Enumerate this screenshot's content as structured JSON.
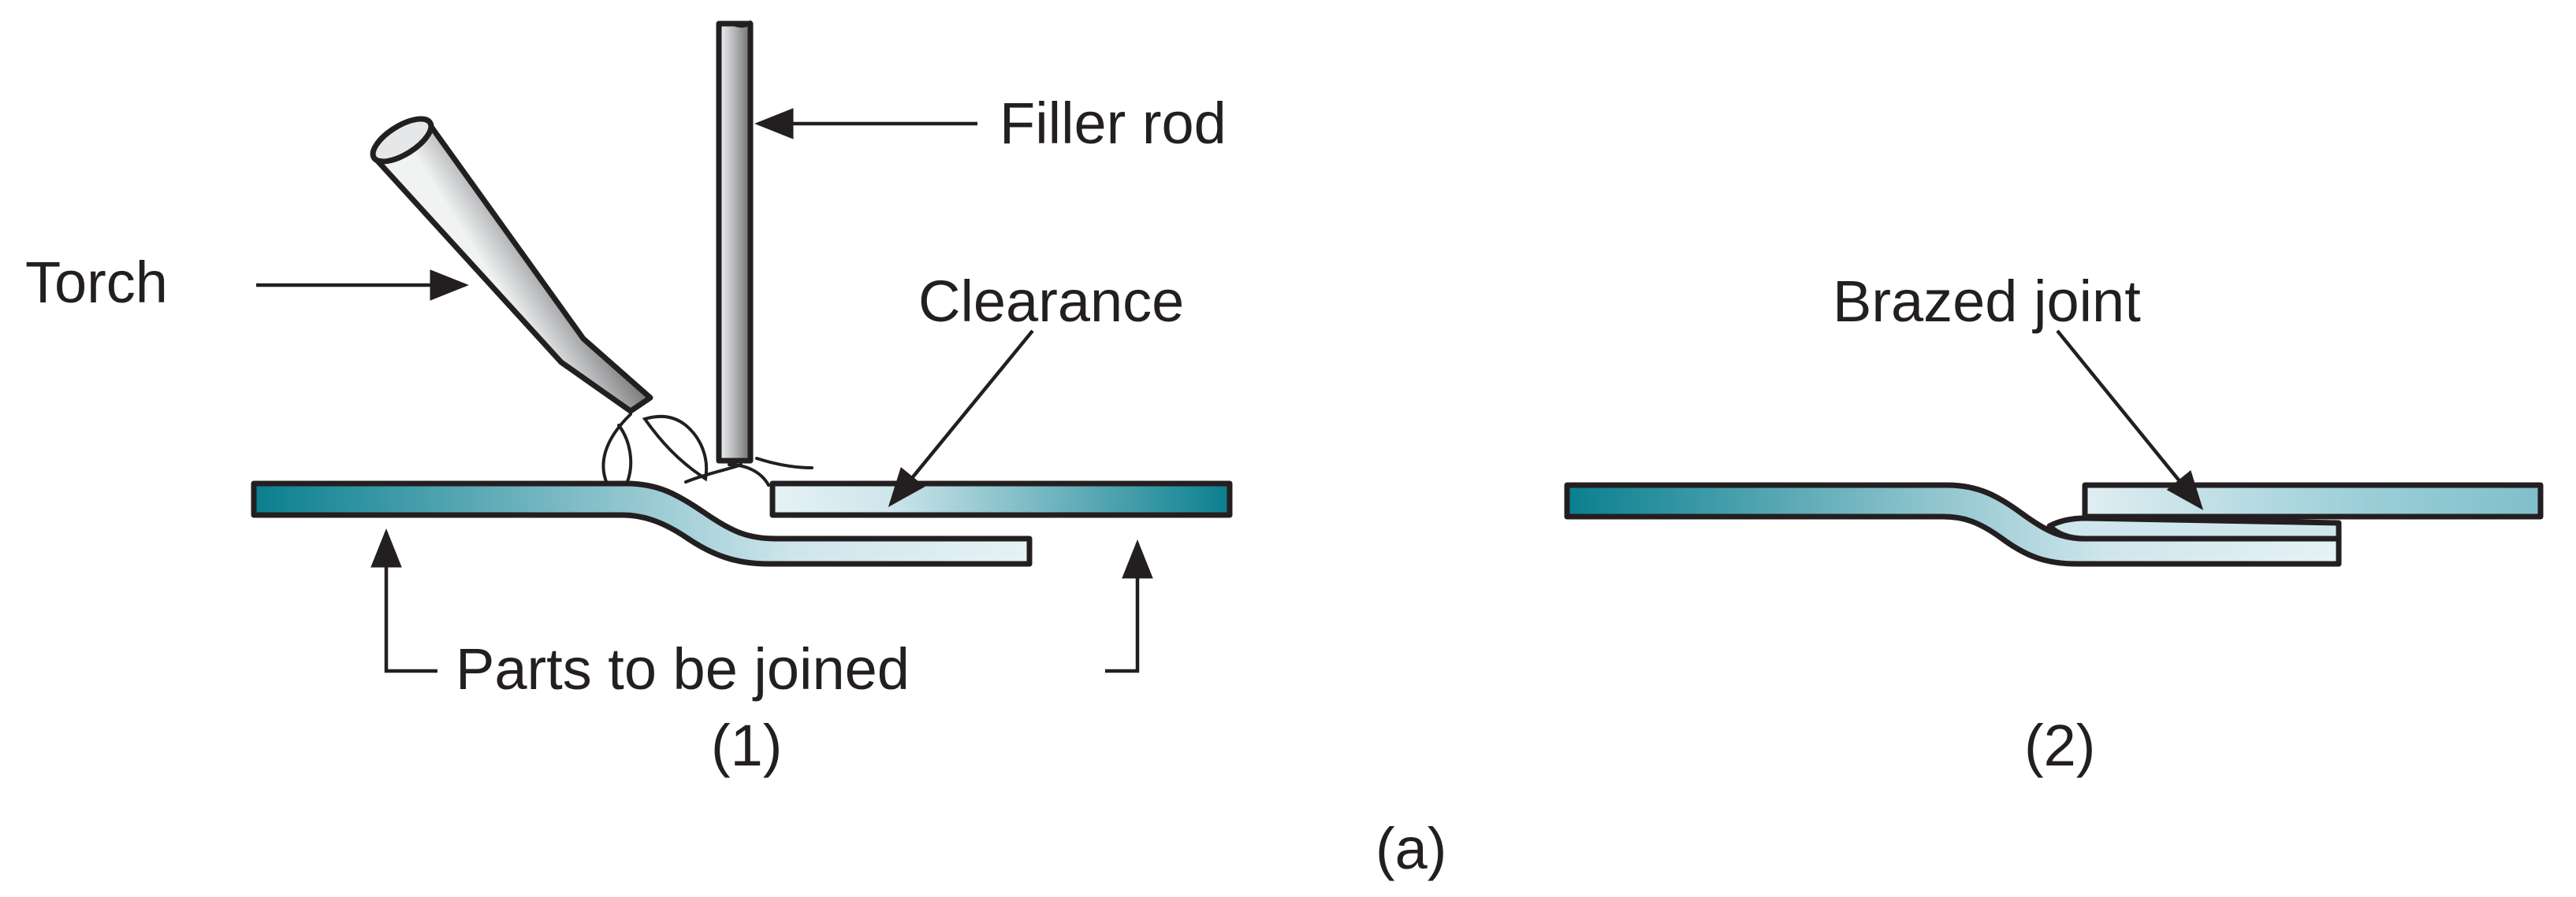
{
  "labels": {
    "filler_rod": "Filler rod",
    "torch": "Torch",
    "clearance": "Clearance",
    "parts_to_be_joined": "Parts to be joined",
    "brazed_joint": "Brazed joint"
  },
  "captions": {
    "panel_1": "(1)",
    "panel_2": "(2)",
    "figure": "(a)"
  },
  "colors": {
    "plate_dark": "#0a7f8f",
    "plate_light": "#cfe6ec",
    "outline": "#231f20",
    "torch_dark": "#6d6e70",
    "torch_light": "#f1f2f2"
  }
}
